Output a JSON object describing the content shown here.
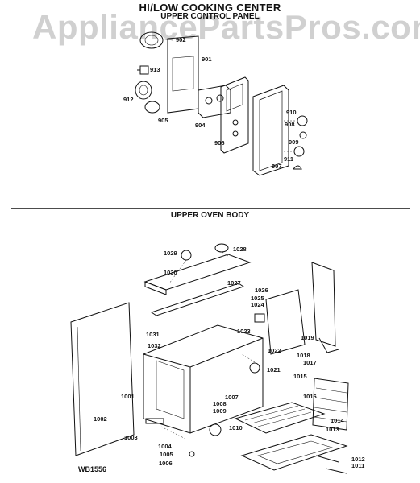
{
  "watermark": "AppliancePartsPros.com",
  "diagram": {
    "title": "HI/LOW COOKING CENTER",
    "upper_section_title": "UPPER CONTROL PANEL",
    "lower_section_title": "UPPER OVEN BODY",
    "reference": "WB1556"
  },
  "upper_parts": [
    "902",
    "901",
    "913",
    "912",
    "905",
    "904",
    "906",
    "910",
    "908",
    "909",
    "911",
    "907"
  ],
  "lower_parts": [
    "1028",
    "1029",
    "1030",
    "1027",
    "1026",
    "1025",
    "1024",
    "1023",
    "1031",
    "1032",
    "1019",
    "1022",
    "1018",
    "1017",
    "1021",
    "1015",
    "1016",
    "1001",
    "1008",
    "1007",
    "1009",
    "1010",
    "1014",
    "1013",
    "1002",
    "1003",
    "1004",
    "1005",
    "1006",
    "1012",
    "1011"
  ]
}
